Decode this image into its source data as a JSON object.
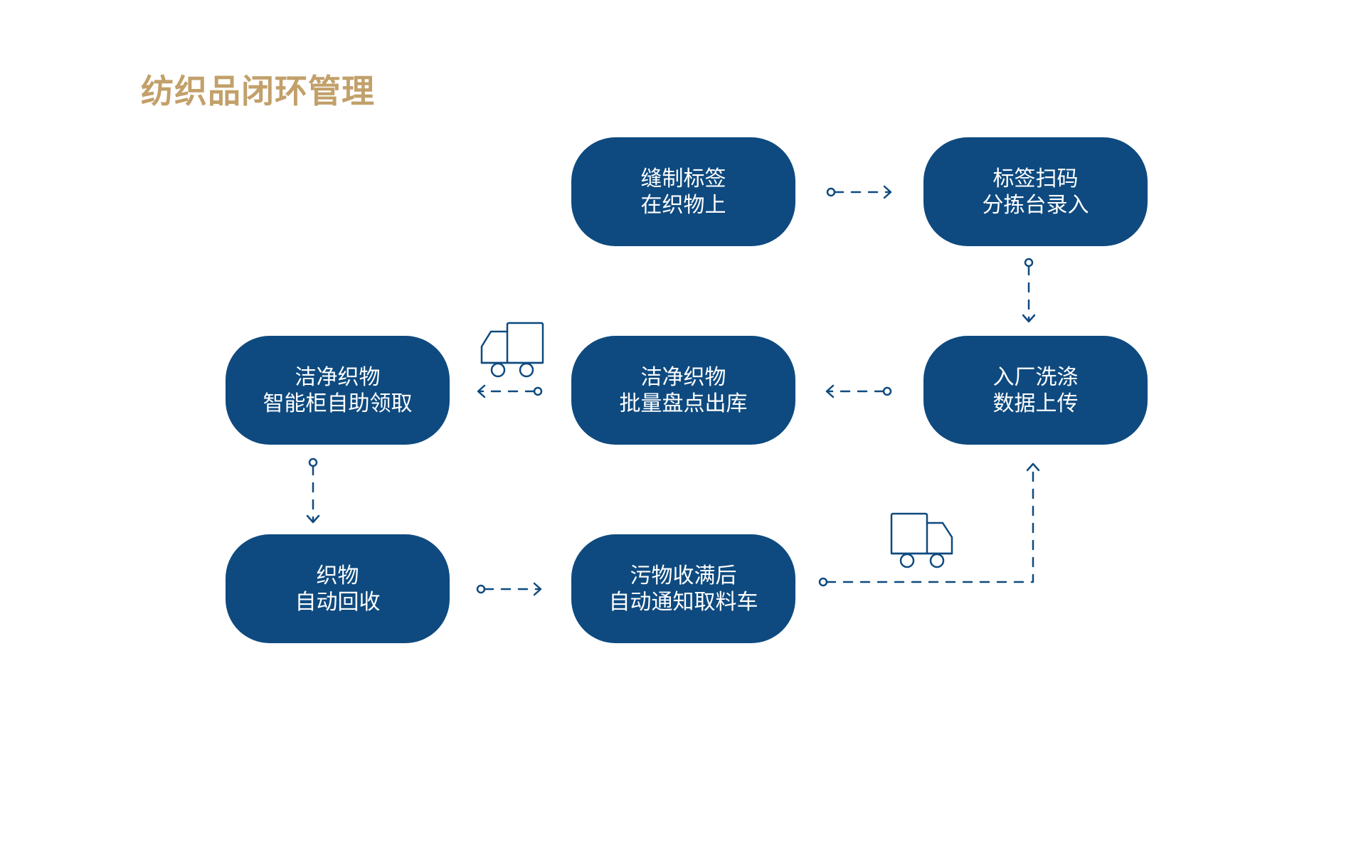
{
  "title": "纺织品闭环管理",
  "colors": {
    "accent": "#c2a06a",
    "node_fill": "#0e4a7f",
    "node_text": "#ffffff",
    "connector": "#0e4a7f"
  },
  "nodes": {
    "sew_tag": {
      "line1": "缝制标签",
      "line2": "在织物上"
    },
    "scan_tag": {
      "line1": "标签扫码",
      "line2": "分拣台录入"
    },
    "factory_wash": {
      "line1": "入厂洗涤",
      "line2": "数据上传"
    },
    "batch_out": {
      "line1": "洁净织物",
      "line2": "批量盘点出库"
    },
    "cabinet_pickup": {
      "line1": "洁净织物",
      "line2": "智能柜自助领取"
    },
    "auto_recycle": {
      "line1": "织物",
      "line2": "自动回收"
    },
    "notify_truck": {
      "line1": "污物收满后",
      "line2": "自动通知取料车"
    }
  },
  "icons": [
    "truck-icon",
    "truck-icon"
  ]
}
